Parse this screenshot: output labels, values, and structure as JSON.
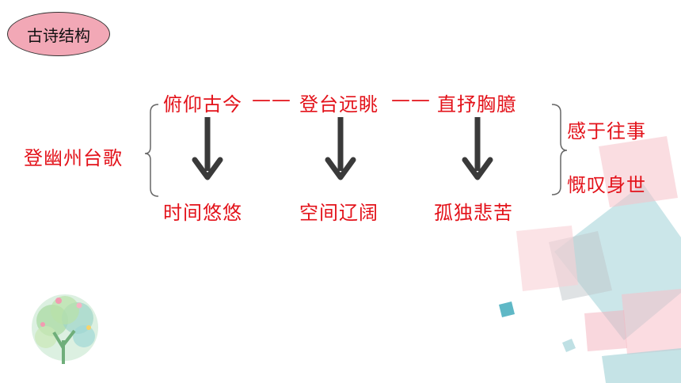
{
  "badge": "古诗结构",
  "root": "登幽州台歌",
  "top_row": {
    "item1": "俯仰古今",
    "item2": "登台远眺",
    "item3": "直抒胸臆",
    "separator": "——"
  },
  "bottom_row": {
    "item1": "时间悠悠",
    "item2": "空间辽阔",
    "item3": "孤独悲苦"
  },
  "right": {
    "item1": "感于往事",
    "item2": "慨叹身世"
  },
  "colors": {
    "text": "#e3121a",
    "badge_fill": "#f2a8b6",
    "arrow": "#3a3a3a",
    "bracket": "#666666"
  },
  "decorations": [
    "tree-logo",
    "geometric-squares"
  ]
}
